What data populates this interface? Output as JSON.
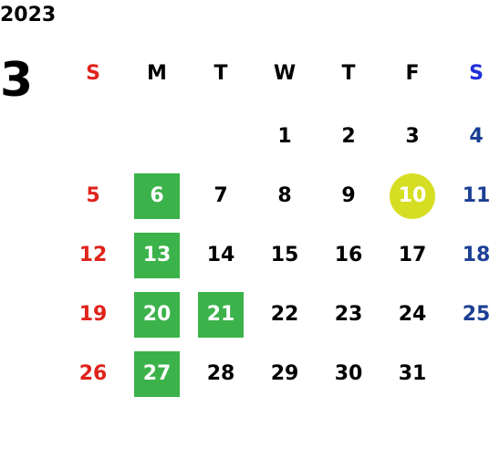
{
  "calendar": {
    "year": "2023",
    "month": "3",
    "weekdays": [
      "S",
      "M",
      "T",
      "W",
      "T",
      "F",
      "S"
    ],
    "weekday_colors": {
      "sunday": "#e0231c",
      "saturday_header": "#1f2fd6",
      "saturday": "#1b3f94",
      "weekday": "#000000"
    },
    "highlight_colors": {
      "green": "#3bb24a",
      "yellow": "#d6de23"
    },
    "first_weekday_index": 3,
    "days": [
      {
        "label": "1"
      },
      {
        "label": "2"
      },
      {
        "label": "3"
      },
      {
        "label": "4"
      },
      {
        "label": "5"
      },
      {
        "label": "6",
        "highlight": "green"
      },
      {
        "label": "7"
      },
      {
        "label": "8"
      },
      {
        "label": "9"
      },
      {
        "label": "10",
        "highlight": "yellow"
      },
      {
        "label": "11"
      },
      {
        "label": "12"
      },
      {
        "label": "13",
        "highlight": "green"
      },
      {
        "label": "14"
      },
      {
        "label": "15"
      },
      {
        "label": "16"
      },
      {
        "label": "17"
      },
      {
        "label": "18"
      },
      {
        "label": "19"
      },
      {
        "label": "20",
        "highlight": "green"
      },
      {
        "label": "21",
        "highlight": "green"
      },
      {
        "label": "22"
      },
      {
        "label": "23"
      },
      {
        "label": "24"
      },
      {
        "label": "25"
      },
      {
        "label": "26"
      },
      {
        "label": "27",
        "highlight": "green"
      },
      {
        "label": "28"
      },
      {
        "label": "29"
      },
      {
        "label": "30"
      },
      {
        "label": "31"
      }
    ]
  }
}
